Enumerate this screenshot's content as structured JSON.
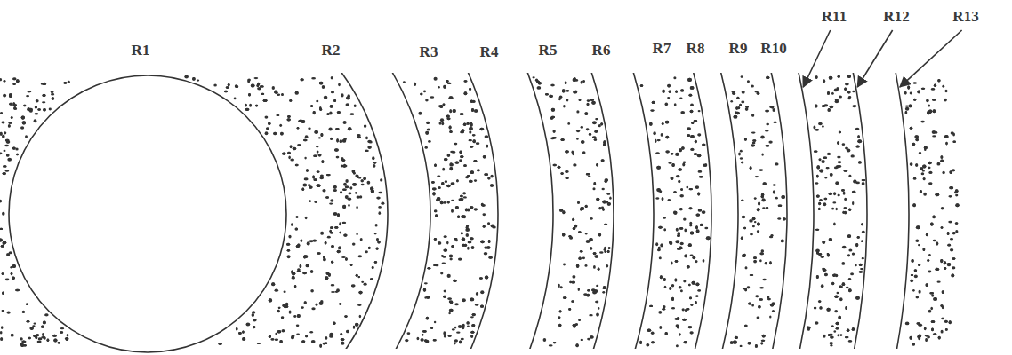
{
  "diagram": {
    "labels": [
      "R1",
      "R2",
      "R3",
      "R4",
      "R5",
      "R6",
      "R7",
      "R8",
      "R9",
      "R10",
      "R11",
      "R12",
      "R13"
    ]
  }
}
